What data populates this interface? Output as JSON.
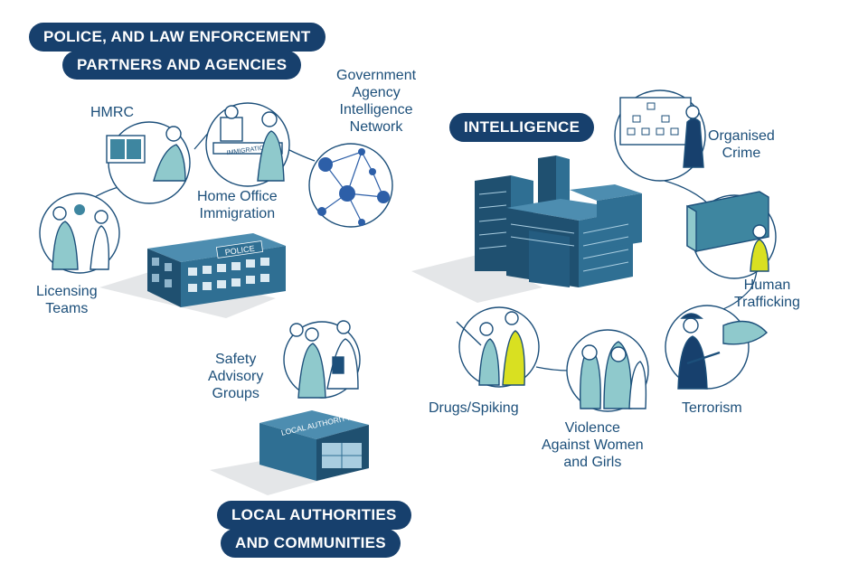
{
  "headings": {
    "police": [
      "POLICE, AND LAW ENFORCEMENT",
      "PARTNERS AND AGENCIES"
    ],
    "intelligence": "INTELLIGENCE",
    "local": [
      "LOCAL AUTHORITIES",
      "AND COMMUNITIES"
    ]
  },
  "nodes": {
    "hmrc": [
      "HMRC"
    ],
    "home_office": [
      "Home Office",
      "Immigration"
    ],
    "gov_agency": [
      "Government",
      "Agency",
      "Intelligence",
      "Network"
    ],
    "licensing": [
      "Licensing",
      "Teams"
    ],
    "safety": [
      "Safety",
      "Advisory",
      "Groups"
    ],
    "organised": [
      "Organised",
      "Crime"
    ],
    "trafficking": [
      "Human",
      "Trafficking"
    ],
    "terrorism": [
      "Terrorism"
    ],
    "drugs": [
      "Drugs/Spiking"
    ],
    "vawg": [
      "Violence",
      "Against Women",
      "and Girls"
    ]
  },
  "building_signs": {
    "police": "POLICE",
    "local_authority": "LOCAL AUTHORITY",
    "immigration": "IMMIGRATION"
  },
  "colors": {
    "navy": "#17406d",
    "text_blue": "#1c4f7a",
    "teal": "#3e86a0",
    "teal_light": "#8fc9cc",
    "building": "#2f6f93",
    "building_dark": "#1f5070",
    "shadow": "#e4e6e8",
    "accent_yellow": "#d9e021",
    "network_node": "#2d5fa8"
  }
}
